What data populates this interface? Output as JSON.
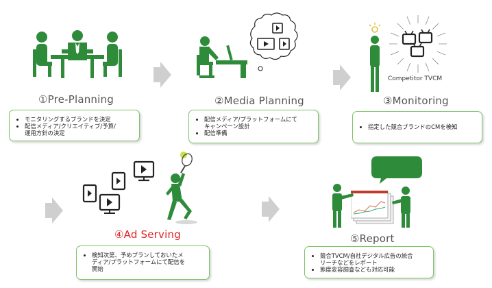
{
  "colors": {
    "accent_green": "#2e8b3a",
    "box_border": "#7ec46a",
    "title_gray": "#555555",
    "title_red": "#e02222",
    "arrow_gray": "#cfcfcf"
  },
  "steps": [
    {
      "title": "①Pre-Planning",
      "icon": "meeting-people-icon",
      "items": [
        "モニタリングするブランドを決定",
        "配信メディア/クリエイティブ/予算/\n運用方針の決定"
      ]
    },
    {
      "title": "②Media Planning",
      "icon": "desk-worker-icon",
      "items": [
        "配信メディア/プラットフォームにて\nキャンペーン設計",
        "配信準備"
      ]
    },
    {
      "title": "③Monitoring",
      "icon": "monitoring-person-icon",
      "caption": "Competitor TVCM",
      "items": [
        "指定した競合ブランドのCMを検知"
      ]
    },
    {
      "title": "④Ad Serving",
      "icon": "tennis-player-icon",
      "items": [
        "検知次第、予めプランしておいたメ\nディア/プラットフォームにて配信を\n開始"
      ]
    },
    {
      "title": "⑤Report",
      "icon": "report-people-icon",
      "items": [
        "競合TVCM/自社デジタル広告の統合\nリーチなどをレポート",
        "態度変容調査なども対応可能"
      ]
    }
  ]
}
